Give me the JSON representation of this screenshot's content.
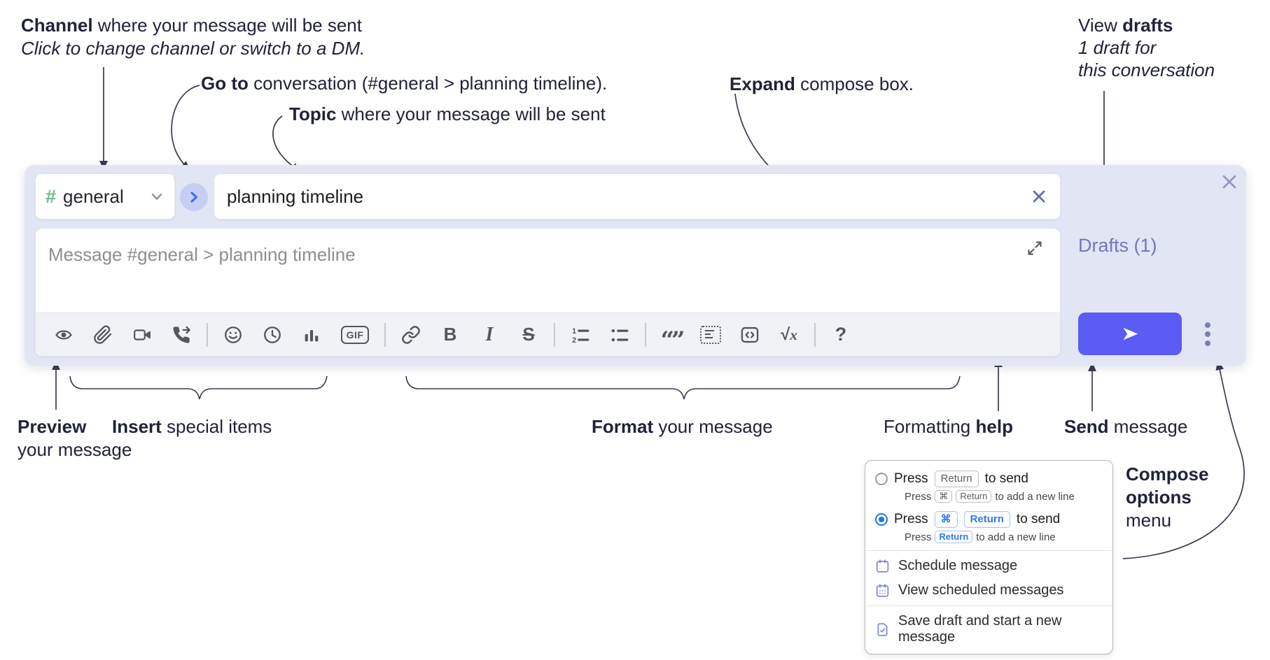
{
  "callouts": {
    "channel": {
      "bold": "Channel",
      "rest": " where your message will be sent",
      "line2": "Click to change channel or switch to a DM."
    },
    "go_to": {
      "bold": "Go to",
      "rest": " conversation (#general > planning timeline)."
    },
    "topic": {
      "bold": "Topic",
      "rest": " where your message will be sent"
    },
    "expand": {
      "bold": "Expand",
      "rest": " compose box."
    },
    "view_drafts": {
      "pre": "View ",
      "bold": "drafts",
      "line2": "1 draft for",
      "line3": "this conversation"
    },
    "preview": {
      "bold": "Preview",
      "line2": "your message"
    },
    "insert": {
      "bold": "Insert",
      "rest": " special items"
    },
    "format": {
      "bold": "Format",
      "rest": " your message"
    },
    "formatting_help": {
      "pre": "Formatting ",
      "bold": "help"
    },
    "send": {
      "bold": "Send",
      "rest": " message"
    },
    "compose_options": {
      "line1": "Compose",
      "line2": "options",
      "line3": "menu"
    }
  },
  "composer": {
    "channel_hash": "#",
    "channel_name": "general",
    "topic_value": "planning timeline",
    "message_placeholder": "Message #general > planning timeline",
    "drafts_label": "Drafts (1)"
  },
  "toolbar": {
    "icons": [
      "preview",
      "attach-file",
      "video-clip",
      "audio-call",
      "emoji",
      "recent",
      "poll",
      "gif",
      "link",
      "bold",
      "italic",
      "strikethrough",
      "ordered-list",
      "bulleted-list",
      "blockquote",
      "code-block",
      "inline-code",
      "formula",
      "formatting-help"
    ],
    "gif_label": "GIF",
    "bold_glyph": "B",
    "italic_glyph": "I",
    "strike_glyph": "S",
    "quote_glyph": "“”",
    "ol_1": "1",
    "ol_2": "2",
    "root_glyph": "√",
    "var_glyph": "x",
    "help_glyph": "?"
  },
  "options_menu": {
    "option_return": {
      "selected": false,
      "pre": "Press",
      "key": "Return",
      "post": "to send",
      "sub": {
        "pre": "Press",
        "key1": "⌘",
        "key2": "Return",
        "post": "to add a new line"
      }
    },
    "option_cmd_return": {
      "selected": true,
      "pre": "Press",
      "key1": "⌘",
      "key2": "Return",
      "post": "to send",
      "sub": {
        "pre": "Press",
        "key": "Return",
        "post": "to add a new line"
      }
    },
    "schedule_label": "Schedule message",
    "view_scheduled_label": "View scheduled messages",
    "save_draft_label": "Save draft and start a new message"
  },
  "colors": {
    "accent": "#5b5cf4",
    "composer_bg": "#e2e5f3",
    "drafts_link": "#7276c1",
    "channel_hash_green": "#6abe8b",
    "goto_circle_bg": "#c6cef5",
    "goto_chevron_blue": "#3e68ee",
    "selected_radio_blue": "#1e78dd",
    "key_blue": "#2e7de0",
    "menu_icon_purple": "#8185de"
  }
}
